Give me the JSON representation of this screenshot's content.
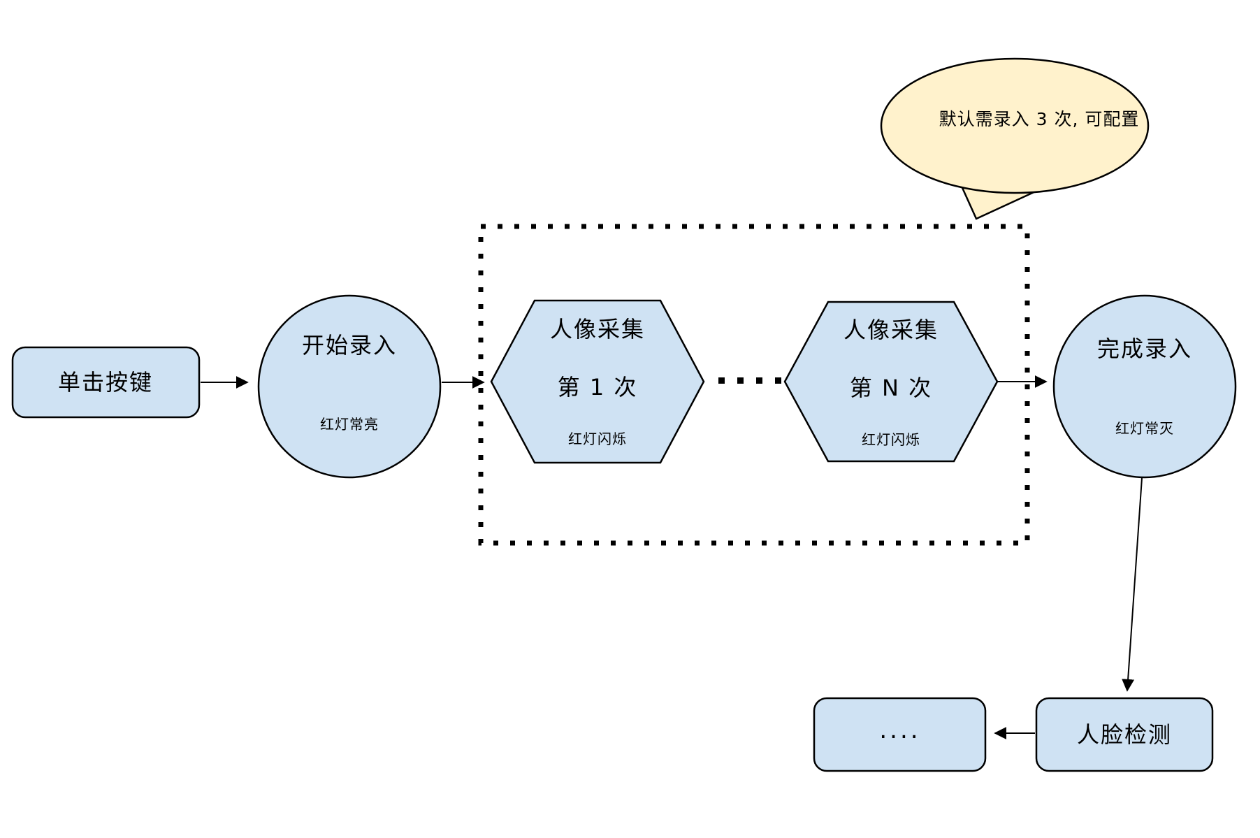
{
  "colors": {
    "node_fill": "#cfe2f3",
    "bubble_fill": "#fff2cc",
    "stroke": "#000000",
    "background": "#ffffff"
  },
  "note": {
    "text": "默认需录入 3 次, 可配置"
  },
  "nodes": {
    "click_button": {
      "label": "单击按键"
    },
    "start_enroll": {
      "label": "开始录入",
      "status": "红灯常亮"
    },
    "capture_first": {
      "title": "人像采集",
      "subtitle": "第 1 次",
      "status": "红灯闪烁"
    },
    "capture_nth": {
      "title": "人像采集",
      "subtitle": "第 N 次",
      "status": "红灯闪烁"
    },
    "finish_enroll": {
      "label": "完成录入",
      "status": "红灯常灭"
    },
    "face_detect": {
      "label": "人脸检测"
    },
    "continuation": {
      "label": "...."
    }
  }
}
